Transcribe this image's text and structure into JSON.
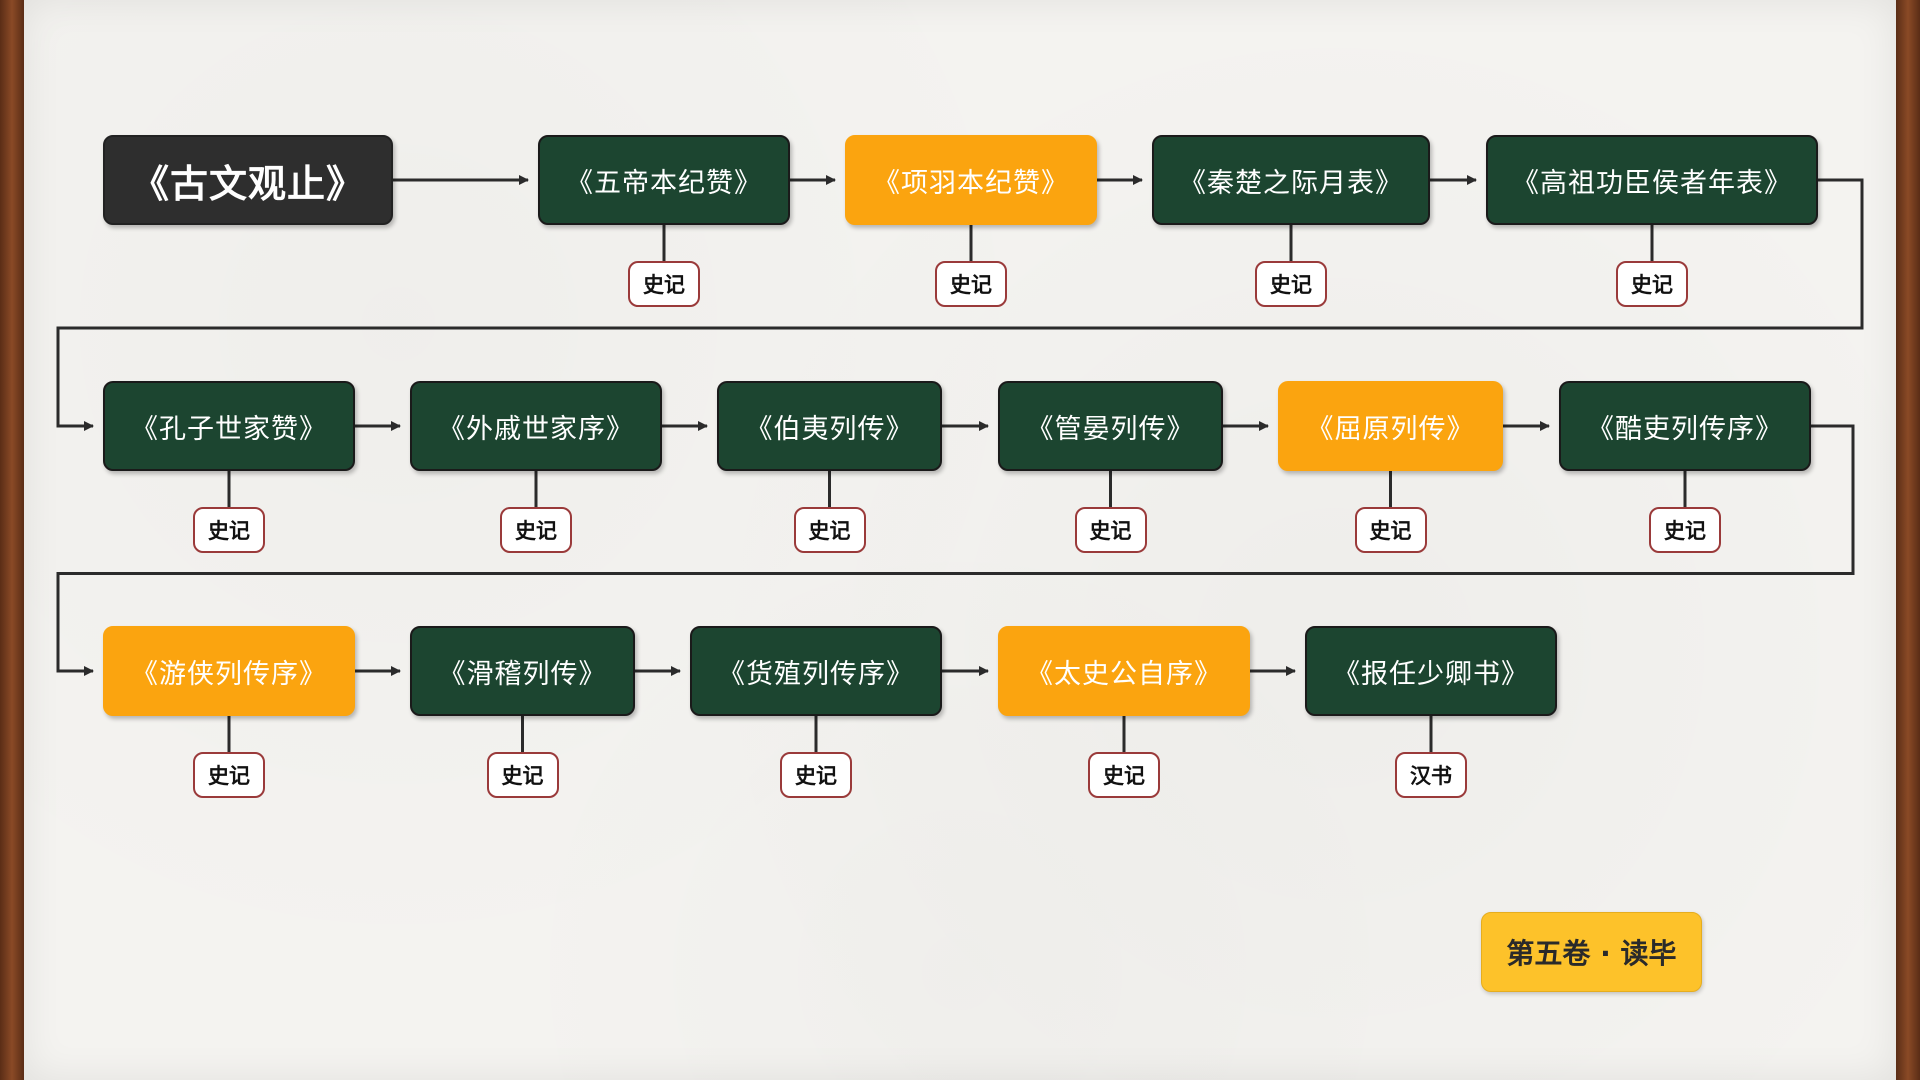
{
  "root": {
    "label": "《古文观止》"
  },
  "colors": {
    "node_green": "#1c4530",
    "node_orange": "#fba40f",
    "root_dark": "#2e2e2e",
    "tag_border": "#9a3a3a",
    "stamp_yellow": "#fdc22a",
    "connector": "#2b2b2b"
  },
  "rows": [
    {
      "items": [
        {
          "title": "《五帝本纪赞》",
          "source": "史记",
          "highlight": false
        },
        {
          "title": "《项羽本纪赞》",
          "source": "史记",
          "highlight": true
        },
        {
          "title": "《秦楚之际月表》",
          "source": "史记",
          "highlight": false
        },
        {
          "title": "《高祖功臣侯者年表》",
          "source": "史记",
          "highlight": false
        }
      ]
    },
    {
      "items": [
        {
          "title": "《孔子世家赞》",
          "source": "史记",
          "highlight": false
        },
        {
          "title": "《外戚世家序》",
          "source": "史记",
          "highlight": false
        },
        {
          "title": "《伯夷列传》",
          "source": "史记",
          "highlight": false
        },
        {
          "title": "《管晏列传》",
          "source": "史记",
          "highlight": false
        },
        {
          "title": "《屈原列传》",
          "source": "史记",
          "highlight": true
        },
        {
          "title": "《酷吏列传序》",
          "source": "史记",
          "highlight": false
        }
      ]
    },
    {
      "items": [
        {
          "title": "《游侠列传序》",
          "source": "史记",
          "highlight": true
        },
        {
          "title": "《滑稽列传》",
          "source": "史记",
          "highlight": false
        },
        {
          "title": "《货殖列传序》",
          "source": "史记",
          "highlight": false
        },
        {
          "title": "《太史公自序》",
          "source": "史记",
          "highlight": true
        },
        {
          "title": "《报任少卿书》",
          "source": "汉书",
          "highlight": false
        }
      ]
    }
  ],
  "stamp": {
    "label": "第五卷 · 读毕"
  }
}
